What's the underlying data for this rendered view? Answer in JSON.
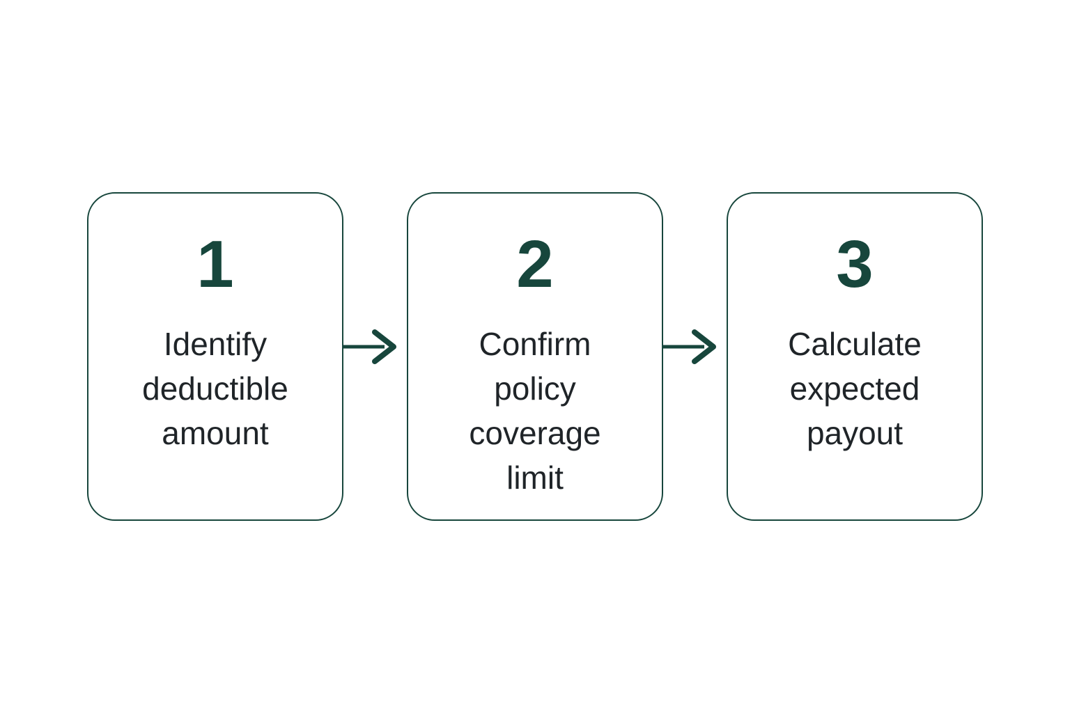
{
  "steps": [
    {
      "number": "1",
      "label": "Identify\ndeductible\namount"
    },
    {
      "number": "2",
      "label": "Confirm\npolicy\ncoverage\nlimit"
    },
    {
      "number": "3",
      "label": "Calculate\nexpected\npayout"
    }
  ],
  "colors": {
    "accent": "#17463C",
    "text": "#1F2428",
    "background": "#FFFFFF"
  }
}
